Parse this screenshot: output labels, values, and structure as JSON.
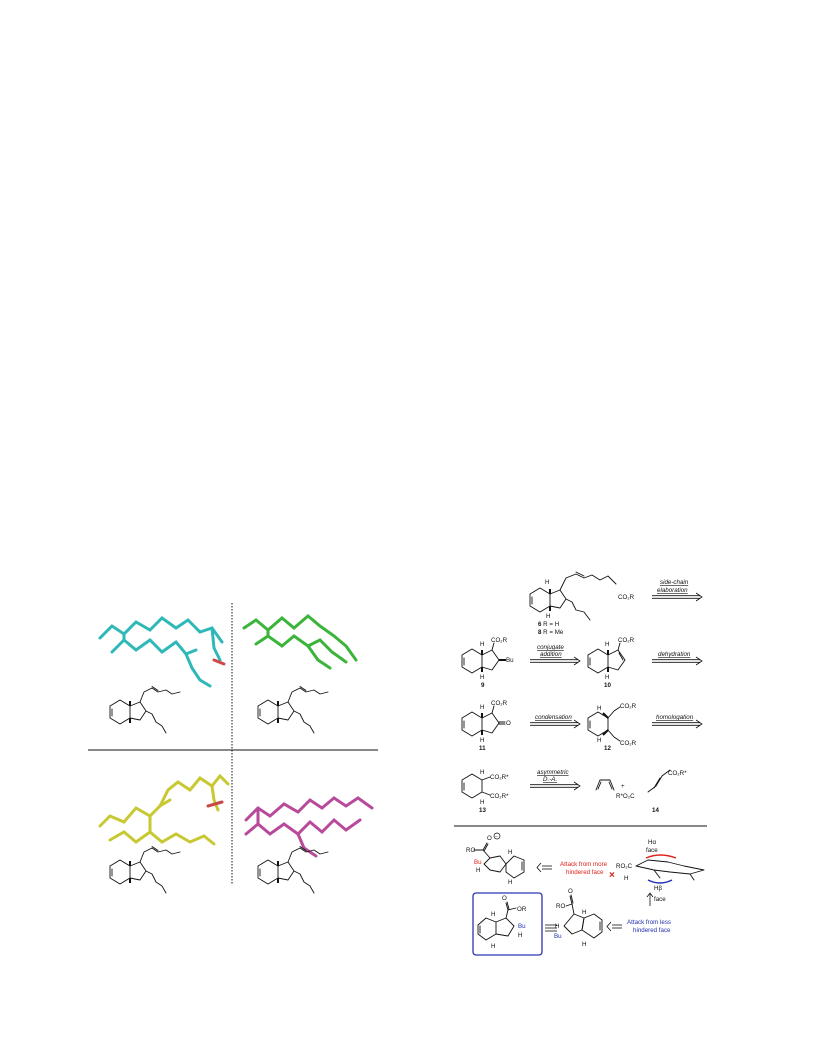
{
  "left_panel": {
    "quadrants": [
      {
        "color": "#2fb8b8"
      },
      {
        "color": "#3ab53a"
      },
      {
        "color": "#c8c832"
      },
      {
        "color": "#b84a9a"
      }
    ]
  },
  "scheme": {
    "compounds": {
      "c6": "6",
      "c6_label": " R = H",
      "c8": "8",
      "c8_label": " R = Me",
      "c9": "9",
      "c10": "10",
      "c11": "11",
      "c12": "12",
      "c13": "13",
      "c14": "14"
    },
    "arrows": {
      "side_chain_1": "side-chain",
      "side_chain_2": "elaboration",
      "conjugate_1": "conjugate",
      "conjugate_2": "addition",
      "dehydration": "dehydration",
      "condensation": "condensation",
      "homologation": "homologation",
      "asym_1": "asymmetric",
      "asym_2": "D.-A."
    },
    "groups": {
      "co2r": "CO₂R",
      "co2rstar": "CO₂R*",
      "rstaro2c": "R*O₂C",
      "o": "O",
      "bu": "Bu",
      "h": "H",
      "plus": "+"
    }
  },
  "mechanism": {
    "ro": "RO",
    "or": "OR",
    "o_minus": "O",
    "minus": "−",
    "bu": "Bu",
    "h": "H",
    "ro2c": "RO₂C",
    "attack_more_1": "Attack from more",
    "attack_more_2": "hindered face",
    "attack_less_1": "Attack from less",
    "attack_less_2": "hindered face",
    "face_alpha": "Hα",
    "face_beta": "Hβ",
    "face": "face",
    "colors": {
      "red": "#e0201a",
      "blue": "#1f2fb0"
    }
  }
}
